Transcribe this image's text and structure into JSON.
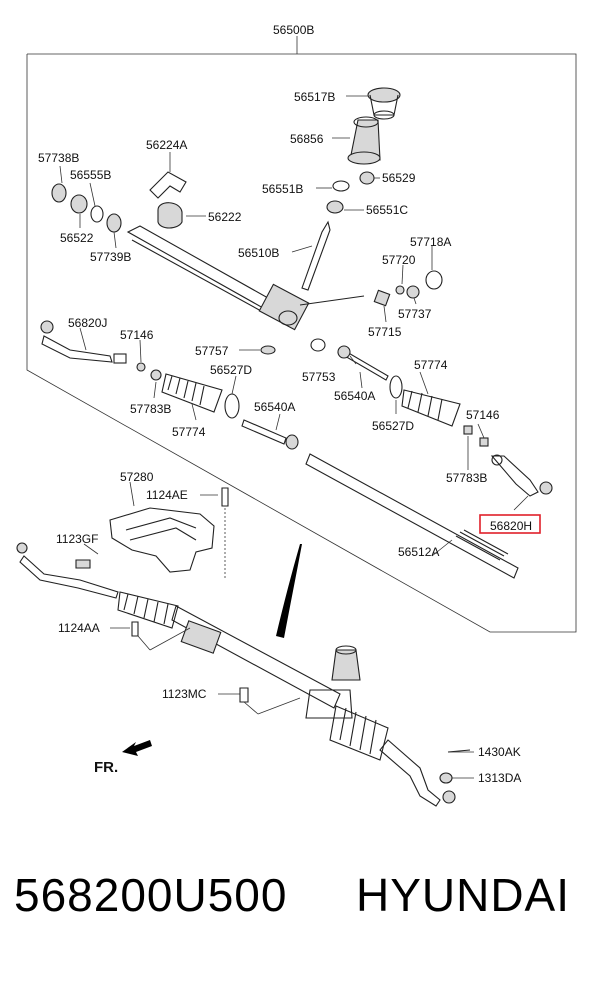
{
  "diagram": {
    "assembly_label": "56500B",
    "labels": {
      "p56517B": "56517B",
      "p56856": "56856",
      "p56551B": "56551B",
      "p56529": "56529",
      "p56551C": "56551C",
      "p56510B": "56510B",
      "p57738B": "57738B",
      "p56555B": "56555B",
      "p56522": "56522",
      "p57739B": "57739B",
      "p56224A": "56224A",
      "p56222": "56222",
      "p57718A": "57718A",
      "p57720": "57720",
      "p57737": "57737",
      "p57715": "57715",
      "p56820J": "56820J",
      "p57146a": "57146",
      "p57757": "57757",
      "p56527Da": "56527D",
      "p57753": "57753",
      "p57774a": "57774",
      "p57783Ba": "57783B",
      "p57774b": "57774",
      "p56540Aa": "56540A",
      "p56540Ab": "56540A",
      "p56527Db": "56527D",
      "p57146b": "57146",
      "p57783Bb": "57783B",
      "p56820H": "56820H",
      "p56512A": "56512A",
      "p57280": "57280",
      "p1124AE": "1124AE",
      "p1123GF": "1123GF",
      "p1124AA": "1124AA",
      "p1123MC": "1123MC",
      "p1430AK": "1430AK",
      "p1313DA": "1313DA",
      "fr": "FR."
    },
    "highlight_color": "#e0202a"
  },
  "footer": {
    "part_number": "568200U500",
    "brand": "HYUNDAI"
  }
}
